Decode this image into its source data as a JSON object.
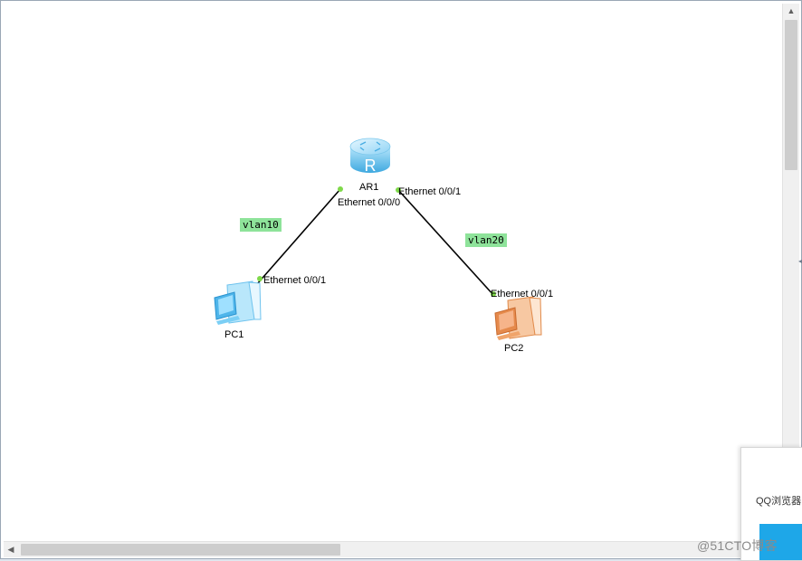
{
  "topology": {
    "nodes": {
      "router": {
        "name": "AR1",
        "icon": "router-icon",
        "badge": "R",
        "color": "#5fc0ef"
      },
      "pc1": {
        "name": "PC1",
        "icon": "pc-icon",
        "color": "#7ccff5"
      },
      "pc2": {
        "name": "PC2",
        "icon": "pc-icon",
        "color": "#f0a46a"
      }
    },
    "ports": {
      "ar1_left": "Ethernet 0/0/0",
      "ar1_right": "Ethernet 0/0/1",
      "pc1": "Ethernet 0/0/1",
      "pc2": "Ethernet 0/0/1"
    },
    "vlan_labels": {
      "left": "vlan10",
      "right": "vlan20"
    },
    "link_color": "#000000",
    "port_dot_color": "#7fd94a",
    "vlan_label_bg": "#8ee39a"
  },
  "popup": {
    "text": "QQ浏览器"
  },
  "watermark": "@51CTO博客"
}
